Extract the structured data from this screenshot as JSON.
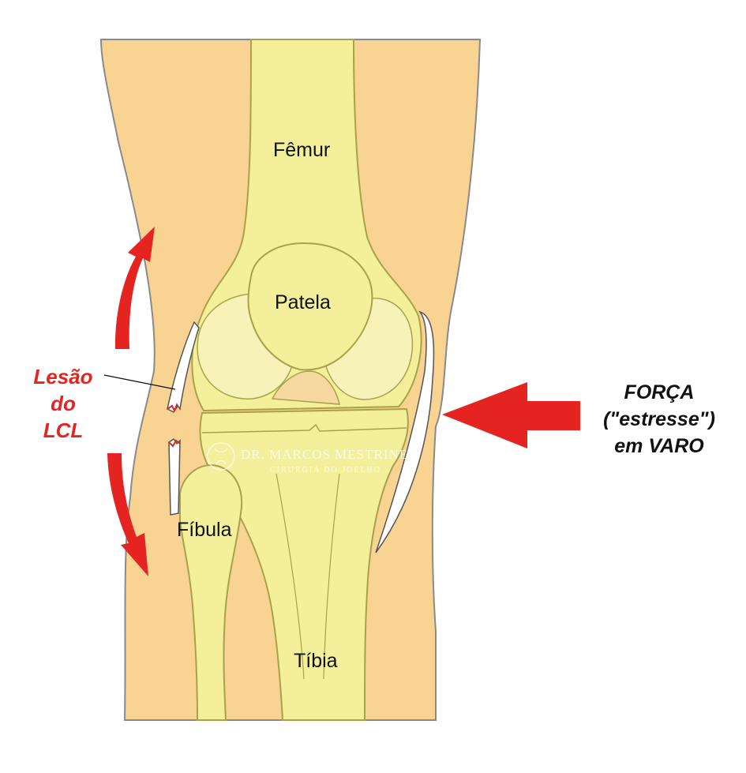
{
  "labels": {
    "femur": "Fêmur",
    "patella": "Patela",
    "fibula": "Fíbula",
    "tibia": "Tíbia"
  },
  "injury": {
    "line1": "Lesão",
    "line2": "do",
    "line3": "LCL"
  },
  "force": {
    "line1": "FORÇA",
    "line2": "(\"estresse\")",
    "line3": "em VARO"
  },
  "watermark": {
    "name": "DR. MARCOS MESTRINER",
    "subtitle": "CIRURGIA DO JOELHO"
  },
  "colors": {
    "skin": "#f9d392",
    "bone": "#f3ef9a",
    "bone_light": "#f7f3b8",
    "bone_outline": "#a7a24b",
    "ligament": "#ffffff",
    "arrow_red": "#e52421",
    "skin_outline": "#8a8a8a"
  }
}
